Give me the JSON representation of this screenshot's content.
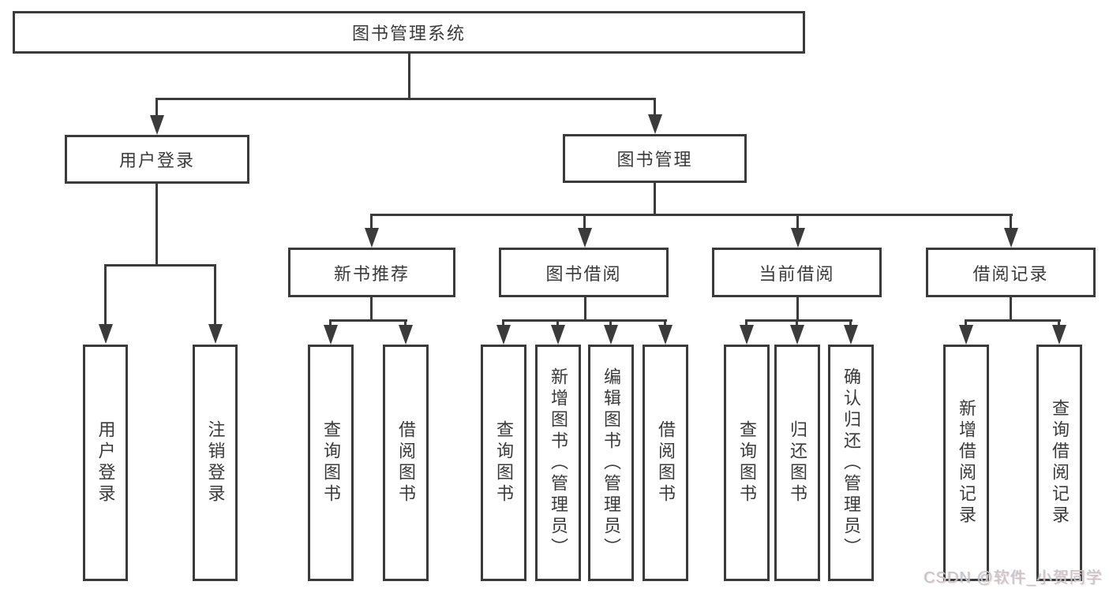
{
  "diagram": {
    "root": {
      "label": "图书管理系统"
    },
    "level2": [
      {
        "label": "用户登录"
      },
      {
        "label": "图书管理"
      }
    ],
    "level3": [
      {
        "label": "新书推荐"
      },
      {
        "label": "图书借阅"
      },
      {
        "label": "当前借阅"
      },
      {
        "label": "借阅记录"
      }
    ],
    "leaves": {
      "user_login": [
        "用户登录",
        "注销登录"
      ],
      "new_book": [
        "查询图书",
        "借阅图书"
      ],
      "borrow": [
        "查询图书",
        "新增图书（管理员）",
        "编辑图书（管理员）",
        "借阅图书"
      ],
      "current": [
        "查询图书",
        "归还图书",
        "确认归还（管理员）"
      ],
      "records": [
        "新增借阅记录",
        "查询借阅记录"
      ]
    },
    "watermark": "CSDN @软件_小贺同学"
  }
}
